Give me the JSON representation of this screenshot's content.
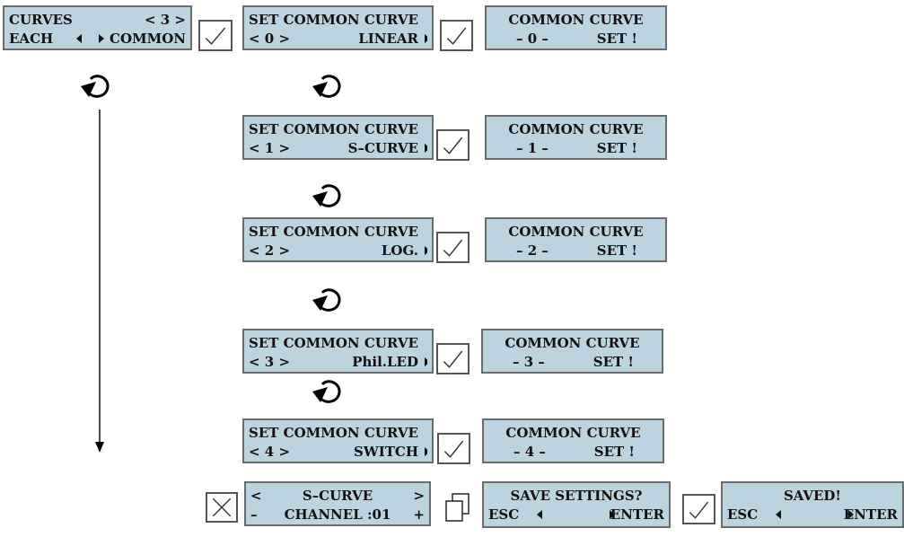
{
  "top_menu": {
    "line1_left": "CURVES",
    "line1_right": "< 3 >",
    "line2_left": "EACH",
    "line2_right": "COMMON"
  },
  "rows": [
    {
      "set_line1": "SET COMMON CURVE",
      "set_left": "< 0 >",
      "set_right": "LINEAR",
      "conf_line1": "COMMON CURVE",
      "conf_left": "– 0 –",
      "conf_right": "SET !"
    },
    {
      "set_line1": "SET COMMON CURVE",
      "set_left": "< 1 >",
      "set_right": "S–CURVE",
      "conf_line1": "COMMON CURVE",
      "conf_left": "– 1 –",
      "conf_right": "SET !"
    },
    {
      "set_line1": "SET COMMON CURVE",
      "set_left": "< 2 >",
      "set_right": "LOG.",
      "conf_line1": "COMMON CURVE",
      "conf_left": "– 2 –",
      "conf_right": "SET !"
    },
    {
      "set_line1": "SET COMMON CURVE",
      "set_left": "< 3 >",
      "set_right": "Phil.LED",
      "conf_line1": "COMMON CURVE",
      "conf_left": "– 3 –",
      "conf_right": "SET !"
    },
    {
      "set_line1": "SET COMMON CURVE",
      "set_left": "< 4 >",
      "set_right": "SWITCH",
      "conf_line1": "COMMON CURVE",
      "conf_left": "– 4 –",
      "conf_right": "SET !"
    }
  ],
  "each_menu": {
    "line1_left": "<",
    "line1_mid": "S–CURVE",
    "line1_right": ">",
    "line2_left": "–",
    "line2_mid": "CHANNEL :01",
    "line2_right": "+"
  },
  "save_menu": {
    "line1": "SAVE SETTINGS?",
    "line2_left": "ESC",
    "line2_right": "ENTER"
  },
  "saved_menu": {
    "line1": "SAVED!",
    "line2_left": "ESC",
    "line2_right": "ENTER"
  },
  "icons": {
    "confirm": "checkmark-icon",
    "cancel": "cross-icon",
    "copy": "copy-icon",
    "cycle": "cycle-arrow-icon",
    "down": "down-arrow"
  }
}
